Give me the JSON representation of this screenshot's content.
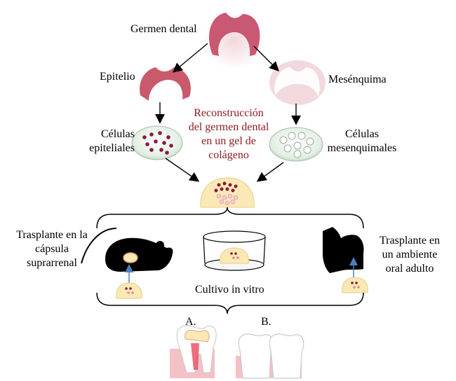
{
  "labels": {
    "germen_dental": "Germen dental",
    "epitelio": "Epitelio",
    "mesenquima": "Mesénquima",
    "celulas_epiteliales": [
      "Células",
      "epiteliales"
    ],
    "celulas_mesenquimales": [
      "Células",
      "mesenquimales"
    ],
    "reconstruccion": [
      "Reconstrucción",
      "del germen dental",
      "en un gel de",
      "colágeno"
    ],
    "trasplante_capsula": [
      "Trasplante en la",
      "cápsula",
      "suprarrenal"
    ],
    "cultivo": "Cultivo in vitro",
    "trasplante_oral": [
      "Trasplante en",
      "un ambiente",
      "oral adulto"
    ],
    "result_a": "A.",
    "result_b": "B."
  },
  "colors": {
    "tissue": "#c85a6e",
    "cell": "#8b1a3a",
    "gel": "#fbe9b5",
    "text_accent": "#8b1a1f",
    "mouse": "#000000",
    "arrow_blue": "#4a7fbf",
    "gum": "#f3c1c6"
  }
}
